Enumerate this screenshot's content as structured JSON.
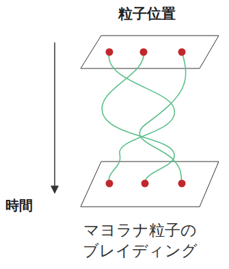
{
  "diagram": {
    "title": "粒子位置",
    "caption": "マヨラナ粒子の ブレイディング",
    "labels": [
      "時間"
    ]
  }
}
